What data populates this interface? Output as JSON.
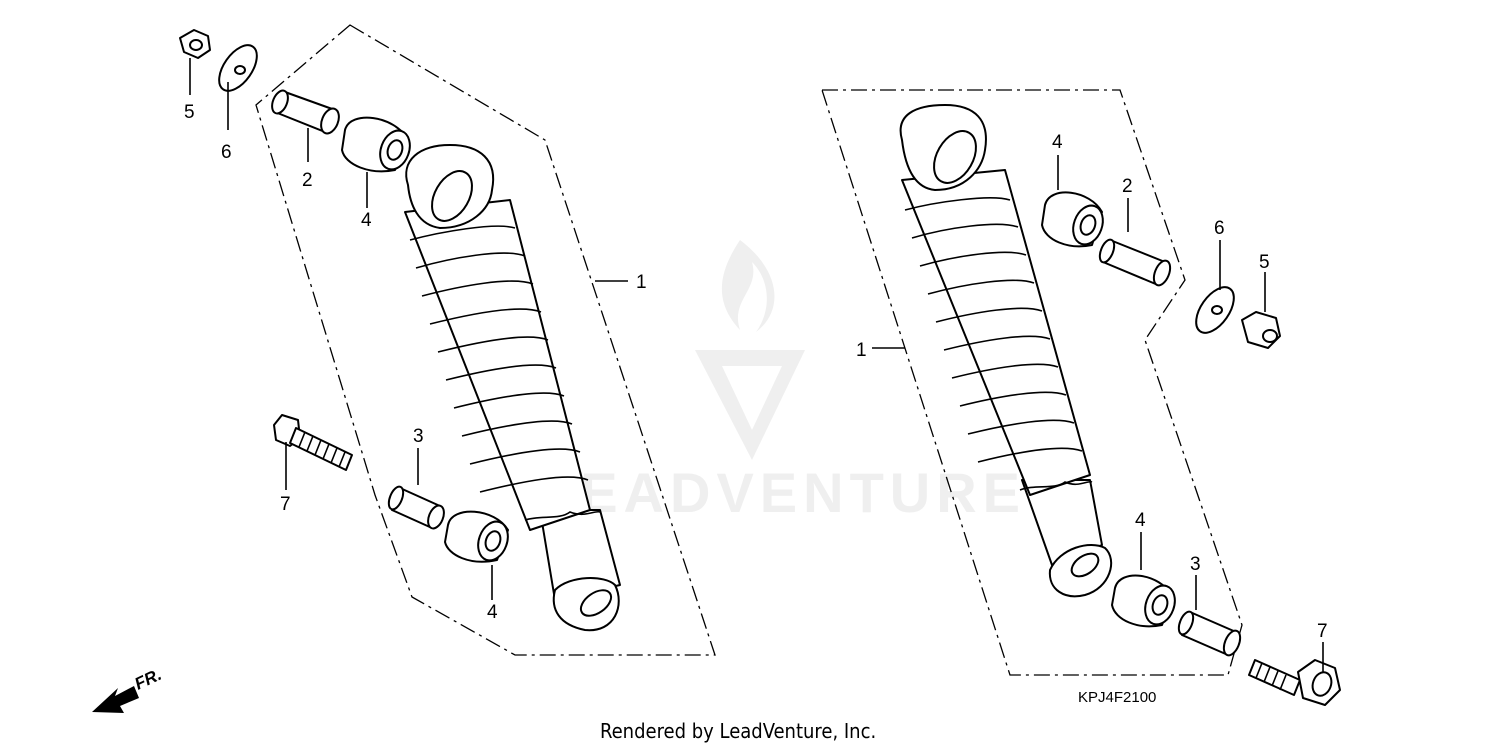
{
  "diagram": {
    "callouts_left": {
      "shock_absorber": "1",
      "collar_upper": "2",
      "collar_lower": "3",
      "bushing_upper": "4",
      "bushing_lower": "4",
      "nut": "5",
      "washer": "6",
      "bolt": "7"
    },
    "callouts_right": {
      "shock_absorber": "1",
      "collar_upper": "2",
      "collar_lower": "3",
      "bushing_upper": "4",
      "bushing_lower": "4",
      "nut": "5",
      "washer": "6",
      "bolt": "7"
    },
    "direction_label": "FR.",
    "diagram_code": "KPJ4F2100",
    "watermark_text": "LEADVENTURE",
    "footer_text": "Rendered by LeadVenture, Inc."
  }
}
